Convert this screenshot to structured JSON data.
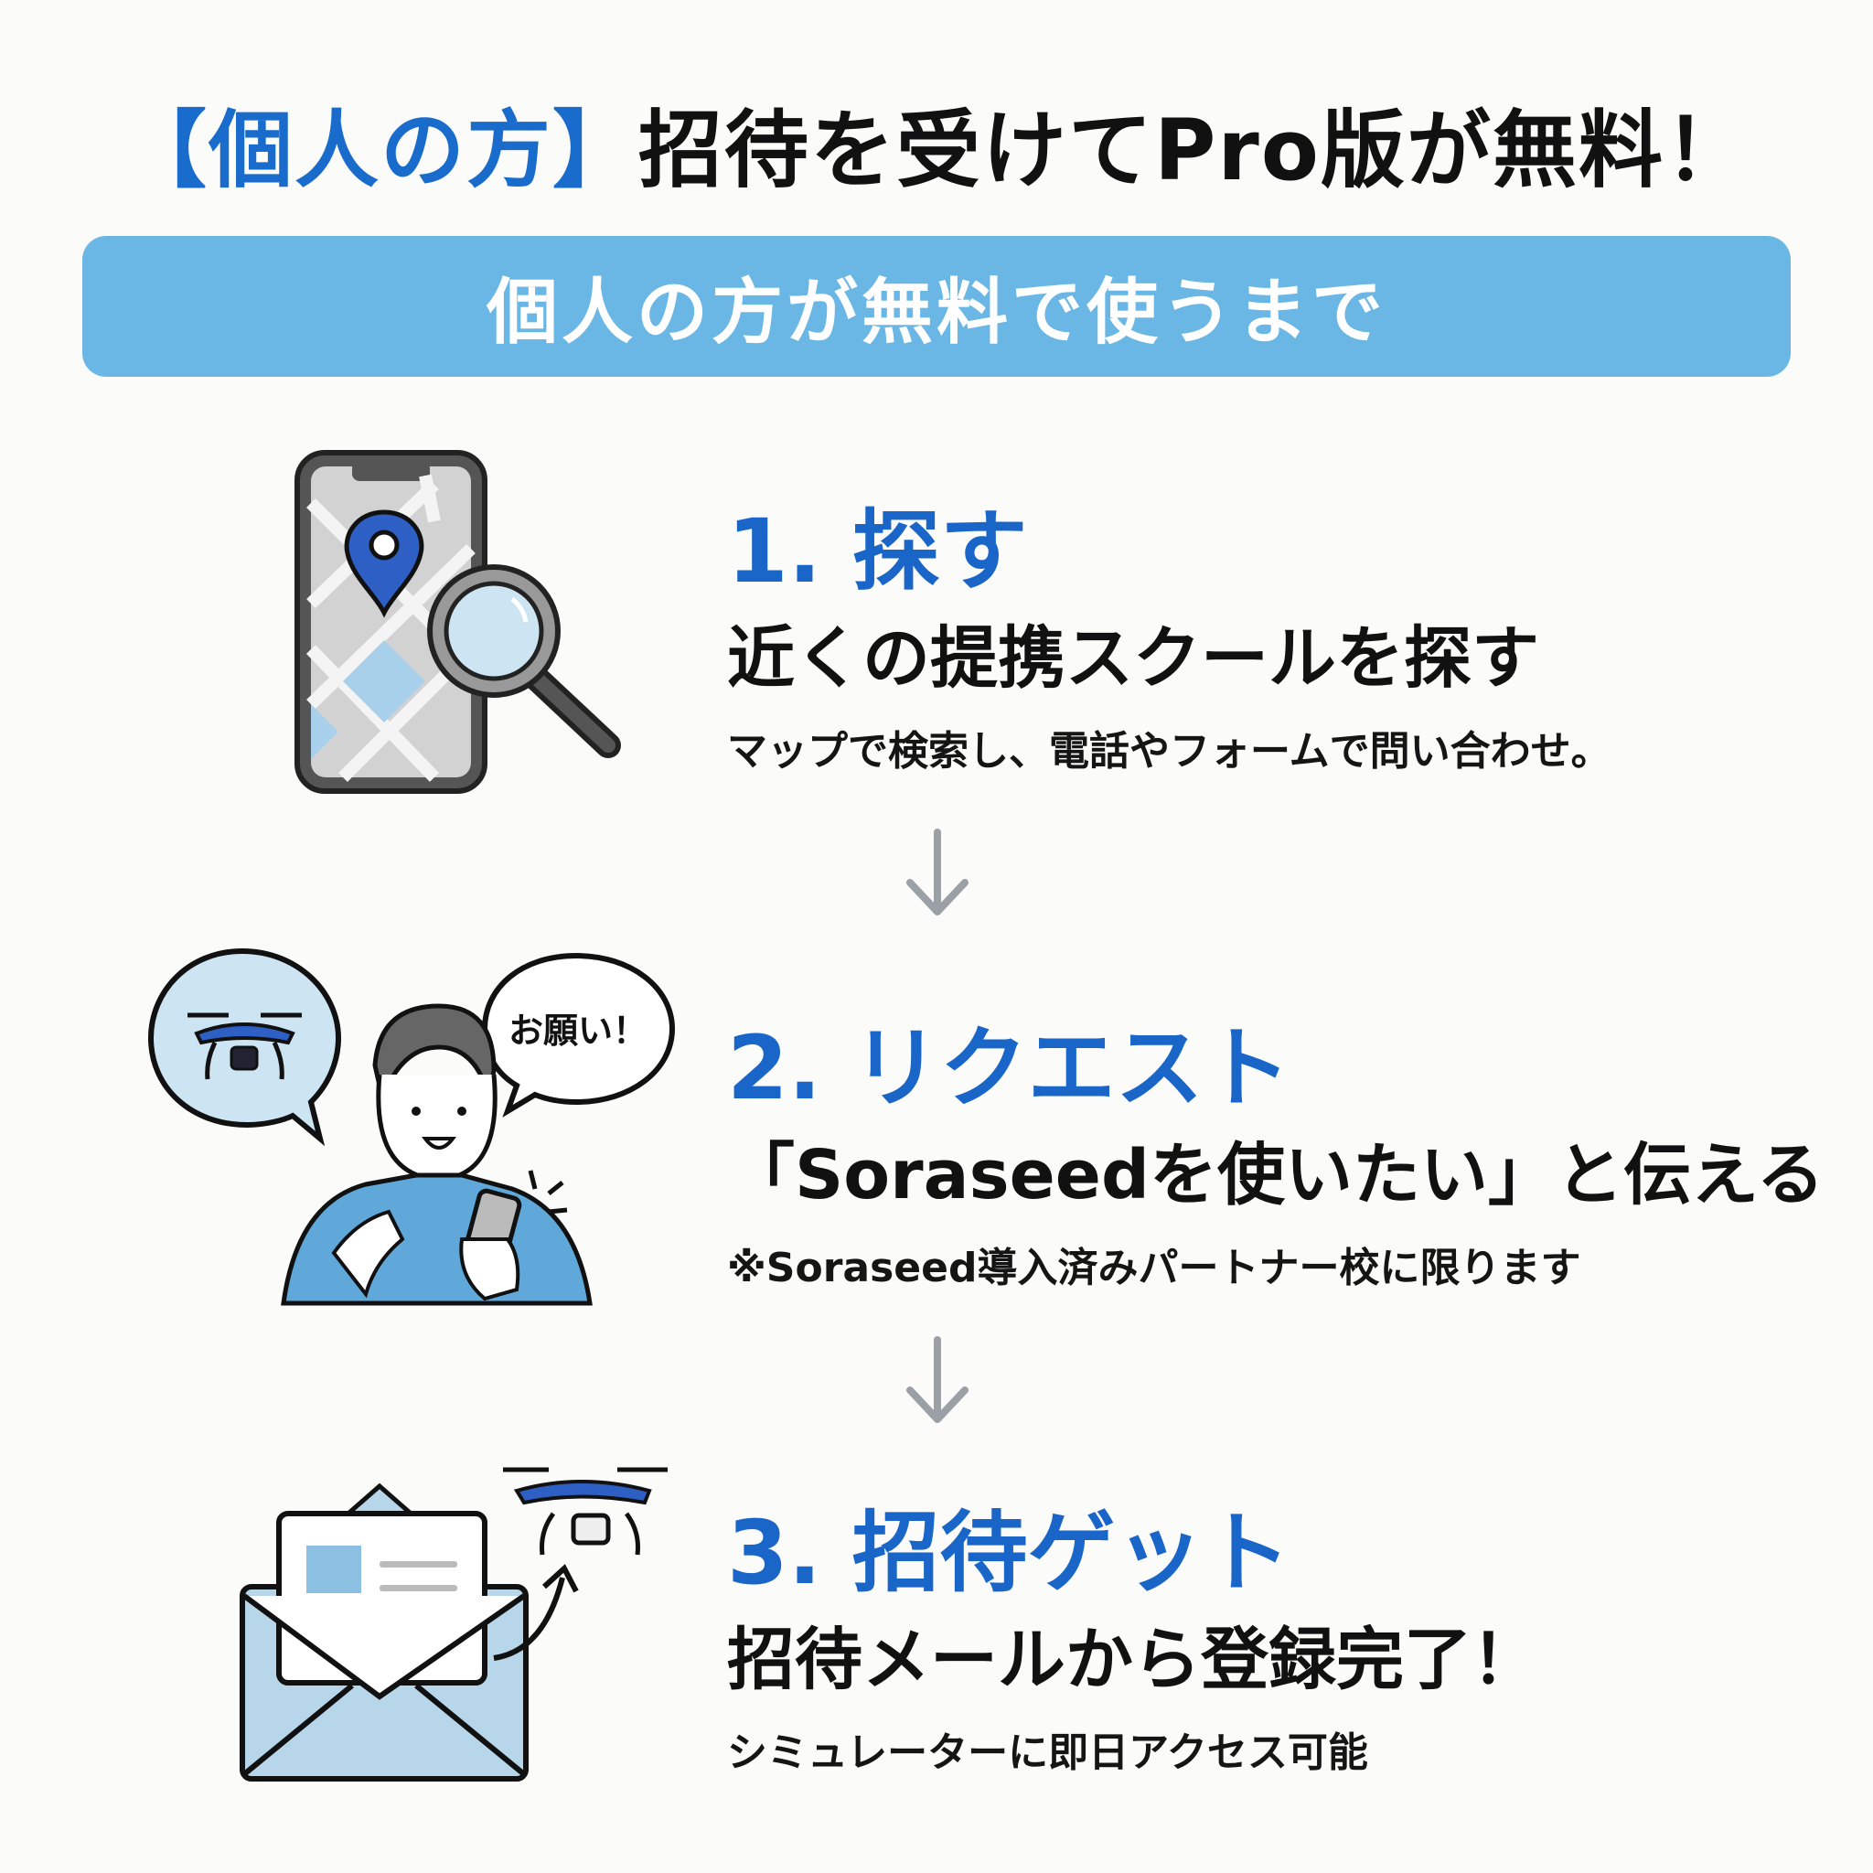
{
  "header": {
    "title_accent": "【個人の方】",
    "title_main": "招待を受けてPro版が無料！"
  },
  "banner": {
    "label": "個人の方が無料で使うまで",
    "color": "#6ab7e6"
  },
  "colors": {
    "accent_blue": "#1a66c8",
    "light_blue": "#a9d0ea",
    "arrow_gray": "#9aa0a6",
    "background": "#fbfbfa"
  },
  "steps": [
    {
      "title": "1. 探す",
      "headline": "近くの提携スクールを探す",
      "description": "マップで検索し、電話やフォームで問い合わせ。",
      "icon": "phone-map-search-icon"
    },
    {
      "title": "2. リクエスト",
      "headline": "「Soraseedを使いたい」と伝える",
      "description": "※Soraseed導入済みパートナー校に限ります",
      "icon": "person-request-icon",
      "speech_bubble": "お願い！"
    },
    {
      "title": "3. 招待ゲット",
      "headline": "招待メールから登録完了！",
      "description": "シミュレーターに即日アクセス可能",
      "icon": "envelope-drone-icon"
    }
  ],
  "arrows": [
    {
      "icon": "arrow-down-icon"
    },
    {
      "icon": "arrow-down-icon"
    }
  ]
}
